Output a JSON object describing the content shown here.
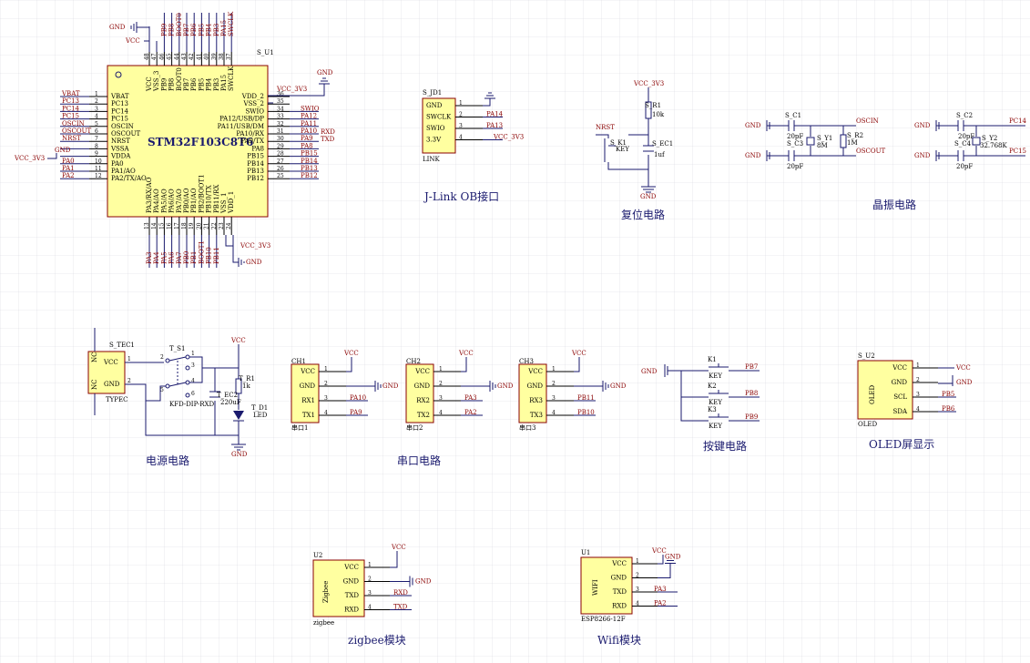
{
  "mcu": {
    "ref": "S_U1",
    "part": "STM32F103C8T6",
    "top_pins": [
      "VCC",
      "VSS_3",
      "PB9",
      "PB8",
      "BOOT0",
      "PB7",
      "PB6",
      "PB5",
      "PB4",
      "PB3",
      "PA15",
      "SWCLK"
    ],
    "top_nums": [
      "48",
      "47",
      "46",
      "45",
      "44",
      "43",
      "42",
      "41",
      "40",
      "39",
      "38",
      "37"
    ],
    "top_nets": [
      "VCC",
      "GND",
      "PB9",
      "PB8",
      "BOOT0",
      "PB7",
      "PB6",
      "PB5",
      "PB4",
      "PB3",
      "PA15",
      "SWCLK"
    ],
    "left_pins": [
      "VBAT",
      "PC13",
      "PC14",
      "PC15",
      "OSCIN",
      "OSCOUT",
      "NRST",
      "VSSA",
      "VDDA",
      "PA0",
      "PA1/AO",
      "PA2/TX/AO"
    ],
    "left_nums": [
      "1",
      "2",
      "3",
      "4",
      "5",
      "6",
      "7",
      "8",
      "9",
      "10",
      "11",
      "12"
    ],
    "left_nets": [
      "VBAT",
      "PC13",
      "PC14",
      "PC15",
      "OSCIN",
      "OSCOUT",
      "NRST",
      "GND",
      "VCC_3V3",
      "PA0",
      "PA1",
      "PA2"
    ],
    "right_pins": [
      "VDD_2",
      "VSS_2",
      "SWIO",
      "PA12/USB/DP",
      "PA11/USB/DM",
      "PA10/RX",
      "PA9/TX",
      "PA8",
      "PB15",
      "PB14",
      "PB13",
      "PB12"
    ],
    "right_nums": [
      "36",
      "35",
      "34",
      "33",
      "32",
      "31",
      "30",
      "29",
      "28",
      "27",
      "26",
      "25"
    ],
    "right_nets": [
      "VCC_3V3",
      "",
      "SWIO",
      "PA12",
      "PA11",
      "PA10",
      "PA9",
      "PA8",
      "PB15",
      "PB14",
      "PB13",
      "PB12"
    ],
    "right_extra": [
      "",
      "",
      "",
      "",
      "",
      "RXD",
      "TXD",
      "",
      "",
      "",
      "",
      ""
    ],
    "bottom_pins": [
      "PA3/RX/AO",
      "PA4/AO",
      "PA5/AO",
      "PA6/AO",
      "PA7/AO",
      "PB0/AO",
      "PB1/AO",
      "PB2/BOOT1",
      "PB10/TX",
      "PB11/RX",
      "VSS_1",
      "VDD_1"
    ],
    "bottom_nums": [
      "13",
      "14",
      "15",
      "16",
      "17",
      "18",
      "19",
      "20",
      "21",
      "22",
      "23",
      "24"
    ],
    "bottom_nets": [
      "PA3",
      "PA4",
      "PA5",
      "PA6",
      "PA7",
      "PB0",
      "PB1",
      "BOOT1",
      "PB10",
      "PB11",
      "GND",
      "VCC_3V3"
    ],
    "top_gnd": "GND",
    "top_vcc": "VCC",
    "right_gnd": "GND",
    "right_vcc": "VCC_3V3",
    "bot_vcc": "VCC_3V3",
    "bot_gnd": "GND",
    "left_gnd": "GND",
    "left_vcc": "VCC_3V3"
  },
  "jlink": {
    "ref": "S_JD1",
    "name": "LINK",
    "pins": [
      "GND",
      "SWCLK",
      "SWIO",
      "3.3V"
    ],
    "nums": [
      "1",
      "2",
      "3",
      "4"
    ],
    "nets": [
      "GND",
      "PA14",
      "PA13",
      "VCC_3V3"
    ],
    "title": "J-Link OB接口"
  },
  "reset": {
    "vcc": "VCC_3V3",
    "r_ref": "S_R1",
    "r_val": "10k",
    "nrst": "NRST",
    "k_ref": "S_K1",
    "k_name": "KEY",
    "c_ref": "S_EC1",
    "c_val": "1uf",
    "gnd": "GND",
    "title": "复位电路"
  },
  "crystal": {
    "c1_ref": "S_C1",
    "c1_val": "20pF",
    "c3_ref": "S_C3",
    "c3_val": "20pF",
    "y1_ref": "S_Y1",
    "y1_val": "8M",
    "r2_ref": "S_R2",
    "r2_val": "1M",
    "oscin": "OSCIN",
    "oscout": "OSCOUT",
    "c2_ref": "S_C2",
    "c2_val": "20pF",
    "c4_ref": "S_C4",
    "c4_val": "20pF",
    "y2_ref": "S_Y2",
    "y2_val": "32.768K",
    "pc14": "PC14",
    "pc15": "PC15",
    "gnd": "GND",
    "title": "晶振电路"
  },
  "power": {
    "usb_ref": "S_TEC1",
    "usb_name": "TYPEC",
    "usb_pins": [
      "VCC",
      "GND"
    ],
    "usb_nc": "NC",
    "usb_nums": [
      "1",
      "2"
    ],
    "sw_ref": "T_S1",
    "sw_name": "KFD-DIP-RXD",
    "sw_nums": [
      "1",
      "2",
      "3",
      "4",
      "5",
      "6"
    ],
    "vcc": "VCC",
    "r_ref": "T_R1",
    "r_val": "1k",
    "c_ref": "T_EC2",
    "c_val": "220uF",
    "d_ref": "T_D1",
    "d_name": "LED",
    "gnd": "GND",
    "title": "电源电路"
  },
  "serial": {
    "ports": [
      {
        "ref": "CH1",
        "name": "串口1",
        "pins": [
          "VCC",
          "GND",
          "RX1",
          "TX1"
        ],
        "nets": [
          "VCC",
          "GND",
          "PA10",
          "PA9"
        ]
      },
      {
        "ref": "CH2",
        "name": "串口2",
        "pins": [
          "VCC",
          "GND",
          "RX2",
          "TX2"
        ],
        "nets": [
          "VCC",
          "GND",
          "PA3",
          "PA2"
        ]
      },
      {
        "ref": "CH3",
        "name": "串口3",
        "pins": [
          "VCC",
          "GND",
          "RX3",
          "TX3"
        ],
        "nets": [
          "VCC",
          "GND",
          "PB11",
          "PB10"
        ]
      }
    ],
    "nums": [
      "1",
      "2",
      "3",
      "4"
    ],
    "title": "串口电路"
  },
  "keys": {
    "gnd": "GND",
    "items": [
      {
        "ref": "K1",
        "name": "KEY",
        "net": "PB7"
      },
      {
        "ref": "K2",
        "name": "KEY",
        "net": "PB8"
      },
      {
        "ref": "K3",
        "name": "KEY",
        "net": "PB9"
      }
    ],
    "title": "按键电路"
  },
  "oled": {
    "ref": "S_U2",
    "name": "OLED",
    "body": "OLED",
    "pins": [
      "VCC",
      "GND",
      "SCL",
      "SDA"
    ],
    "nums": [
      "1",
      "2",
      "3",
      "4"
    ],
    "nets": [
      "VCC",
      "GND",
      "PB5",
      "PB6"
    ],
    "title": "OLED屏显示"
  },
  "zigbee": {
    "ref": "U2",
    "name": "zigbee",
    "body": "Zigbee",
    "pins": [
      "VCC",
      "GND",
      "TXD",
      "RXD"
    ],
    "nums": [
      "1",
      "2",
      "3",
      "4"
    ],
    "nets": [
      "VCC",
      "GND",
      "RXD",
      "TXD"
    ],
    "title": "zigbee模块"
  },
  "wifi": {
    "ref": "U1",
    "name": "ESP8266-12F",
    "body": "WIFI",
    "pins": [
      "VCC",
      "GND",
      "TXD",
      "RXD"
    ],
    "nums": [
      "1",
      "2",
      "3",
      "4"
    ],
    "nets": [
      "VCC",
      "GND",
      "PA3",
      "PA2"
    ],
    "title": "Wifi模块"
  },
  "colors": {
    "wire": "#1a1a6e",
    "net": "#8a0000",
    "body": "#ffffa0",
    "grid": "#d8d8e0"
  }
}
